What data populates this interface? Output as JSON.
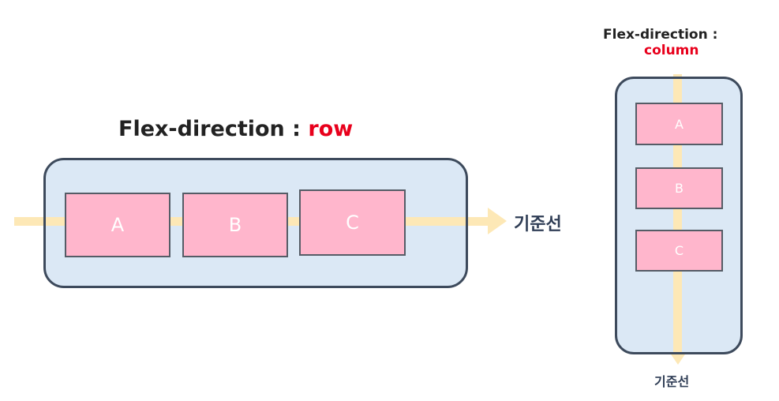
{
  "row_diagram": {
    "title_prefix": "Flex-direction :",
    "title_value": "row",
    "items": [
      "A",
      "B",
      "C"
    ],
    "axis_label": "기준선"
  },
  "column_diagram": {
    "title_prefix": "Flex-direction :",
    "title_value": "column",
    "items": [
      "A",
      "B",
      "C"
    ],
    "axis_label": "기준선"
  },
  "colors": {
    "container_fill": "#dbe8f5",
    "container_border": "#3d4a5c",
    "item_fill": "#ffb6cc",
    "axis": "#fde8b6",
    "value_text": "#e8001c"
  }
}
